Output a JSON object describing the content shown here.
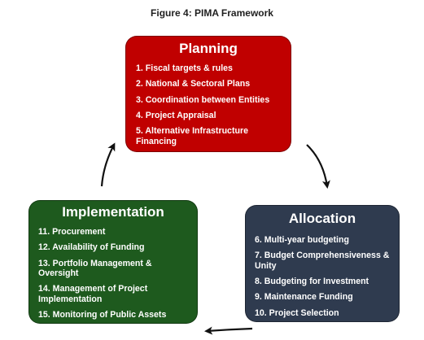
{
  "figure_title": "Figure 4: PIMA Framework",
  "planning": {
    "heading": "Planning",
    "color": "#c00000",
    "items": [
      "1. Fiscal targets & rules",
      "2. National & Sectoral Plans",
      "3. Coordination between Entities",
      "4. Project Appraisal",
      "5. Alternative Infrastructure Financing"
    ]
  },
  "allocation": {
    "heading": "Allocation",
    "color": "#2f3b4f",
    "items": [
      "6. Multi-year budgeting",
      "7. Budget Comprehensiveness & Unity",
      "8. Budgeting for Investment",
      "9. Maintenance Funding",
      "10. Project Selection"
    ]
  },
  "implementation": {
    "heading": "Implementation",
    "color": "#1e5a1e",
    "items": [
      "11. Procurement",
      "12. Availability of Funding",
      "13. Portfolio Management & Oversight",
      "14. Management of Project Implementation",
      "15. Monitoring of Public Assets"
    ]
  },
  "arrow_icons": [
    "curved-arrow-icon",
    "curved-arrow-icon",
    "curved-arrow-icon"
  ]
}
